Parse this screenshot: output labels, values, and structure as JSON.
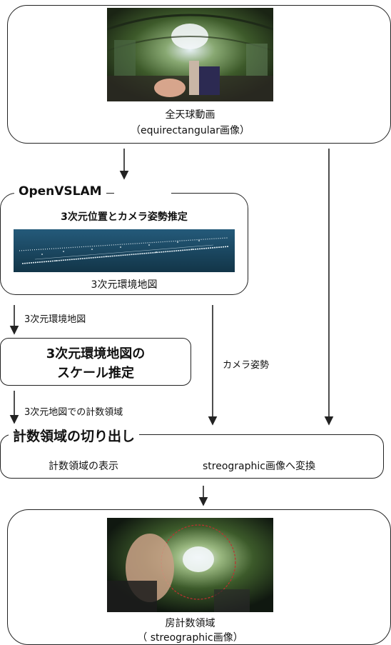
{
  "top_box": {
    "caption_line1": "全天球動画",
    "caption_line2": "（equirectangular画像）"
  },
  "openvslam": {
    "section_label": "OpenVSLAM",
    "title": "3次元位置とカメラ姿勢推定",
    "caption": "3次元環境地図"
  },
  "arrow_labels": {
    "map": "3次元環境地図",
    "camera_pose": "カメラ姿勢",
    "measure_region": "3次元地図での計数領域"
  },
  "scale_box": {
    "line1": "3次元環境地図の",
    "line2": "スケール推定"
  },
  "crop": {
    "section_label": "計数領域の切り出し",
    "step1": "計数領域の表示",
    "step2": "streographic画像へ変換"
  },
  "bottom_box": {
    "caption_line1": "房計数領域",
    "caption_line2": "（ streographic画像）"
  },
  "colors": {
    "stroke": "#222222",
    "map_bg": "#1b4a66",
    "map_points": "#e8f2f7"
  }
}
